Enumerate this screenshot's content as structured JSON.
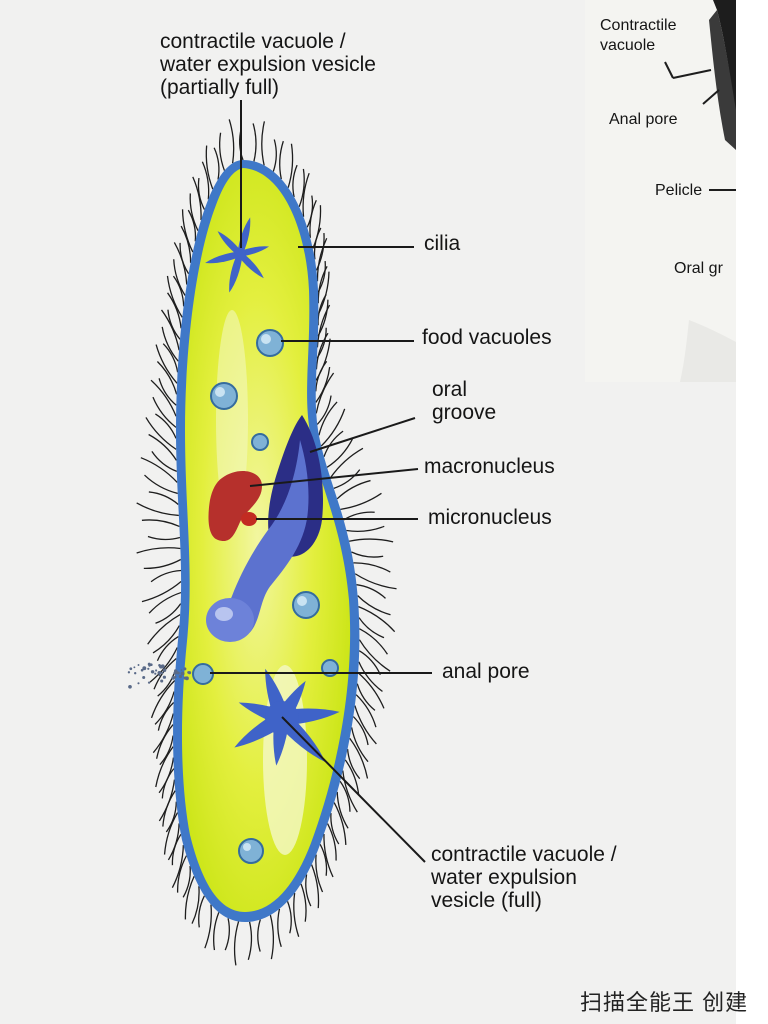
{
  "labels": {
    "cv_partial": "contractile vacuole /\nwater expulsion vesicle\n(partially full)",
    "cilia": "cilia",
    "food_vacuoles": "food vacuoles",
    "oral_groove": "oral\ngroove",
    "macronucleus": "macronucleus",
    "micronucleus": "micronucleus",
    "anal_pore": "anal pore",
    "cv_full": "contractile vacuole /\nwater expulsion\nvesicle (full)"
  },
  "inset_labels": {
    "contractile_vacuole": "Contractile\nvacuole",
    "anal_pore": "Anal pore",
    "pelicle": "Pelicle",
    "oral_groove_partial": "Oral gr"
  },
  "footer": {
    "scan_text": "扫描全能王 创建"
  },
  "colors": {
    "cytoplasm": "#d7ec1a",
    "cytoplasm_light": "#f2f6a0",
    "pellicle": "#3f78c8",
    "oral_groove": "#2b2e86",
    "gullet": "#5c72cf",
    "vacuole_star": "#3f63c8",
    "macronucleus": "#b6302c",
    "micronucleus": "#c22b22",
    "food_vacuole": "#7fb2d6",
    "cilia": "#1e1e1e"
  },
  "icons": [
    "paramecium-cell",
    "star-shaped-contractile-vacuole",
    "food-vacuole",
    "inset-cell-section"
  ]
}
